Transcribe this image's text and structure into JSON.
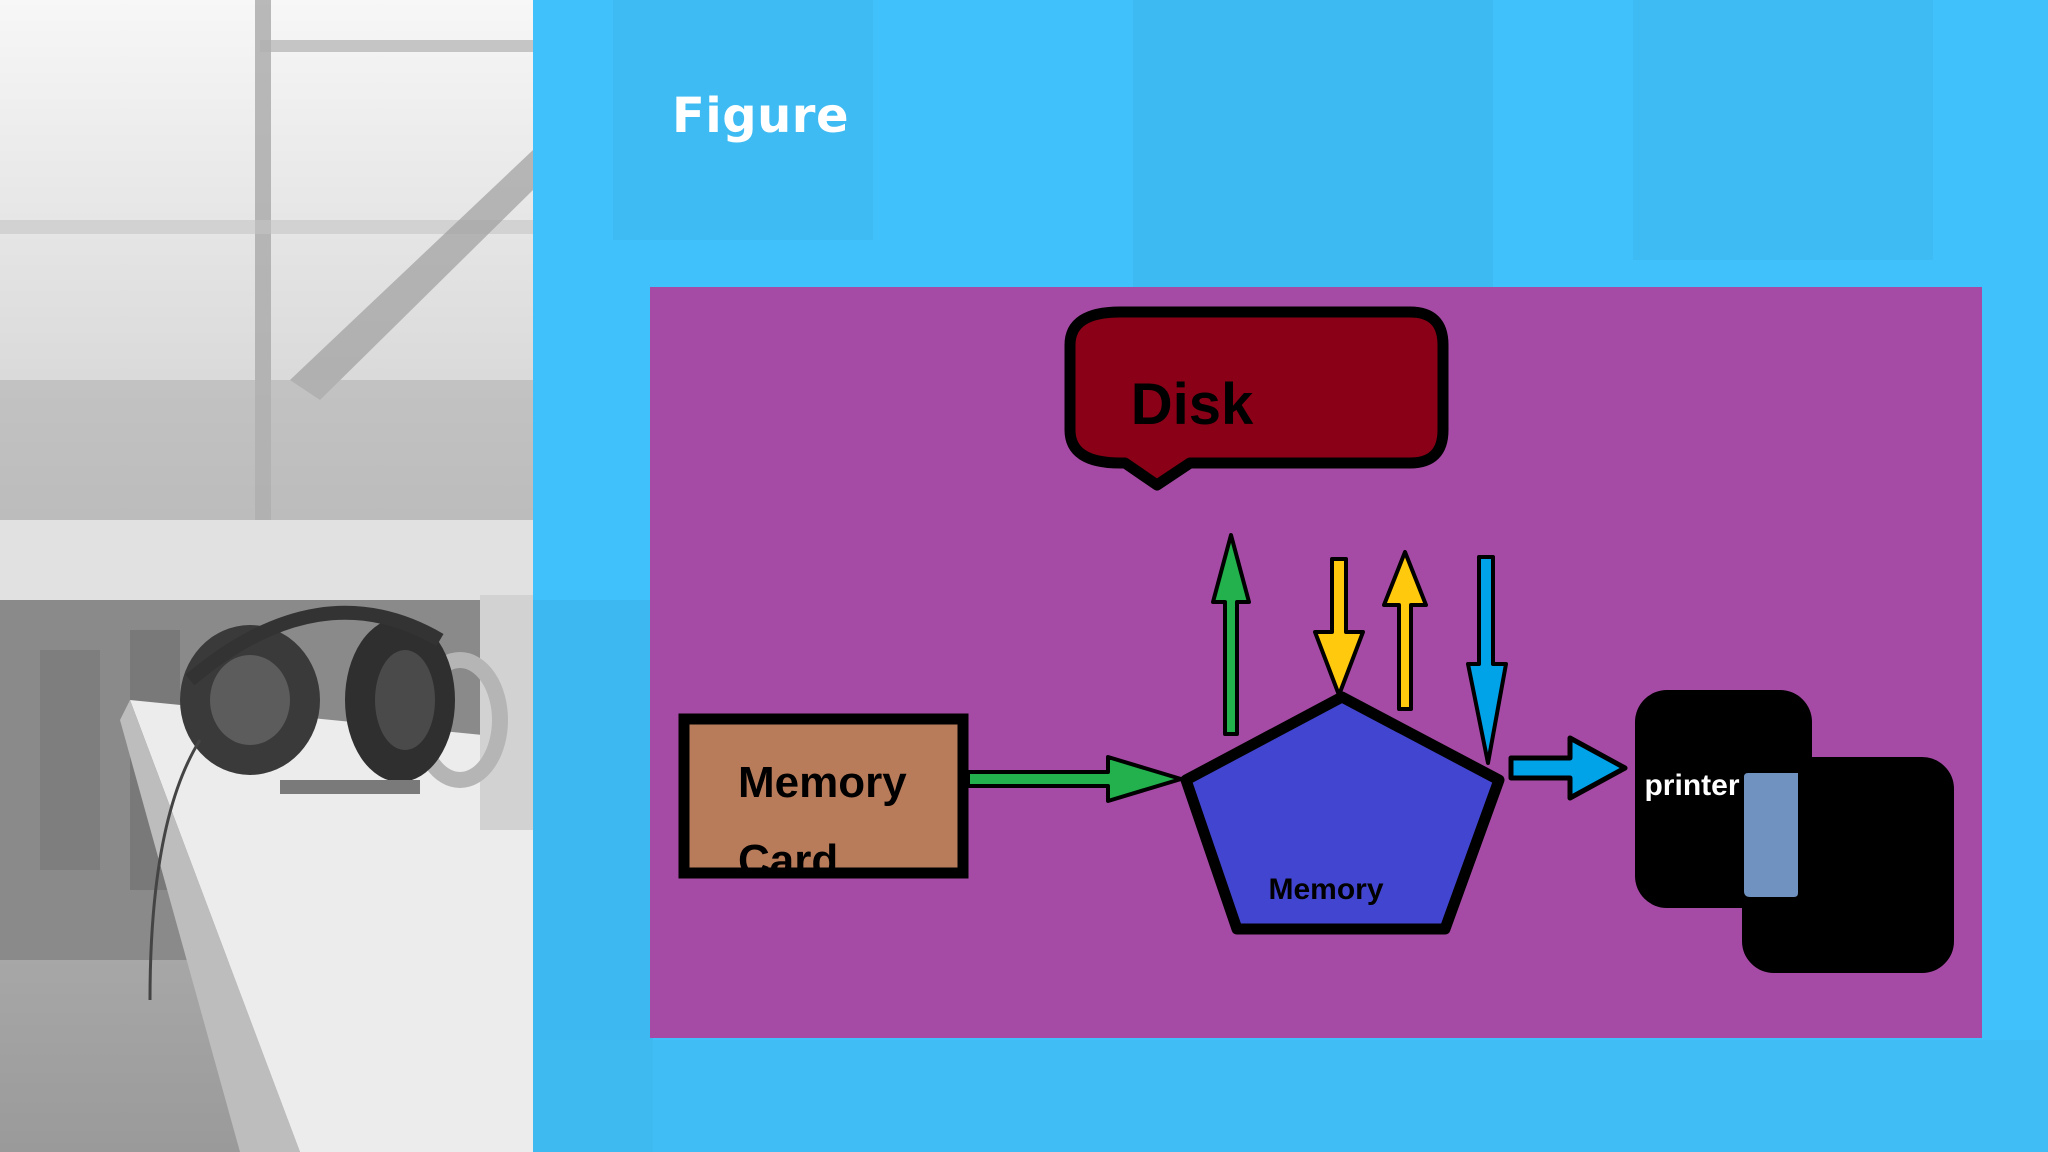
{
  "slide": {
    "title": "Figure"
  },
  "diagram": {
    "nodes": {
      "disk": "Disk",
      "memory_card_line1": "Memory",
      "memory_card_line2": "Card",
      "memory": "Memory",
      "printer": "printer"
    },
    "colors": {
      "canvas": "#a64ba5",
      "disk": "#8a0017",
      "memory_card": "#b97c5b",
      "memory": "#4245cf",
      "printer": "#000000",
      "printer_accent": "#6f92c0",
      "arrow_green": "#22b14c",
      "arrow_yellow": "#ffc90e",
      "arrow_blue": "#00a2e8",
      "background_blue": "#41c1fb"
    },
    "background_photo": "headphones-and-mug-on-desk"
  }
}
